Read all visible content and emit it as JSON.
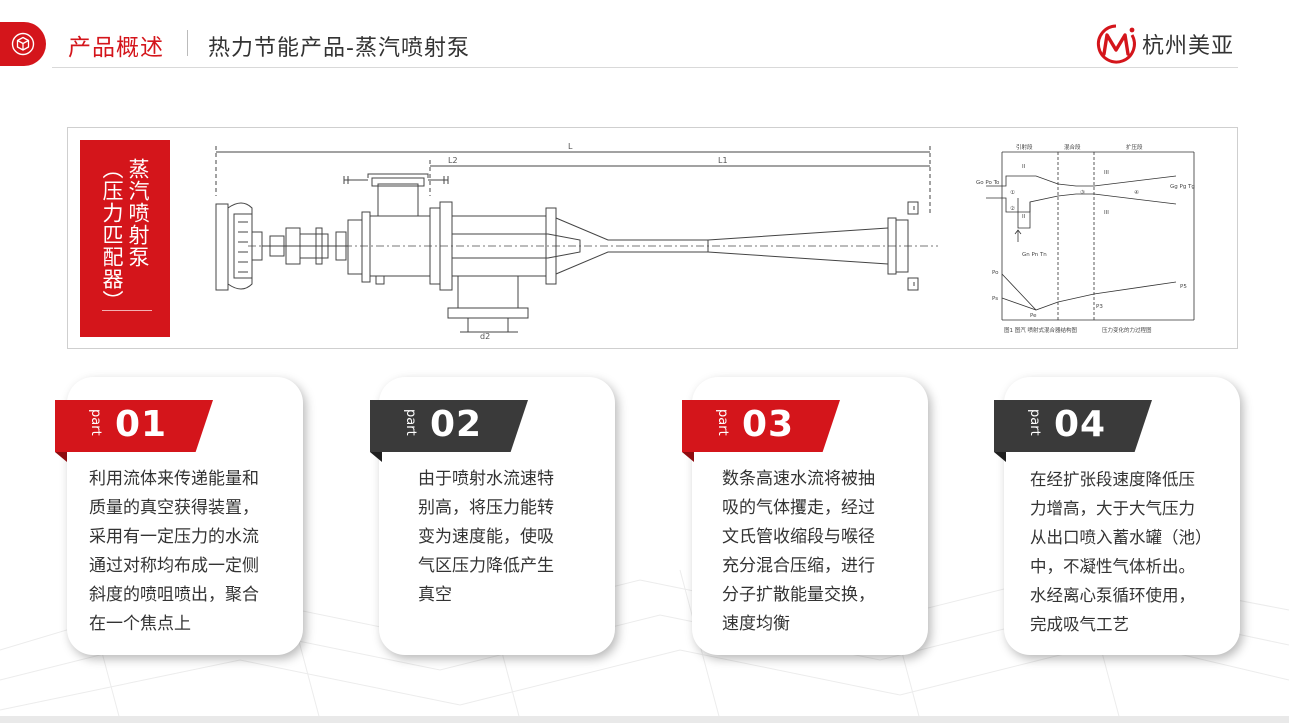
{
  "header": {
    "title": "产品概述",
    "subtitle": "热力节能产品-蒸汽喷射泵",
    "brand": "杭州美亚",
    "accent_color": "#d4151b",
    "badge_icon": "cube-icon",
    "logo_icon": "brand-m-logo"
  },
  "figure": {
    "label_main": "蒸汽喷射泵",
    "label_sub": "（压力匹配器）",
    "drawing_dims": {
      "overall": "L",
      "left": "L2",
      "right": "L1",
      "port": "d2"
    },
    "diagram": {
      "sections": [
        "引射段",
        "混合段",
        "扩压段"
      ],
      "roman": [
        "II",
        "III"
      ],
      "circled": [
        "①",
        "②",
        "③",
        "④"
      ],
      "in_left": "Go Po To",
      "in_right": "Gg Pg Tg",
      "suction": "Gn Pn Tn",
      "pressures_left": [
        "Po",
        "Ps"
      ],
      "pressures_bottom": [
        "Pe",
        "P3"
      ],
      "pressure_right": "P5",
      "caption_left": "图1  图汽  喷射式混合器结构图",
      "caption_right": "压力变化的力过程图"
    }
  },
  "cards": [
    {
      "part": "part",
      "number": "01",
      "style": "red",
      "text_lines": [
        "利用流体来传递能量和",
        "质量的真空获得装置，",
        "采用有一定压力的水流",
        "通过对称均布成一定侧",
        "斜度的喷咀喷出，聚合",
        "在一个焦点上"
      ]
    },
    {
      "part": "part",
      "number": "02",
      "style": "dark",
      "text_lines": [
        "由于喷射水流速特",
        "别高，将压力能转",
        "变为速度能，使吸",
        "气区压力降低产生",
        "真空"
      ]
    },
    {
      "part": "part",
      "number": "03",
      "style": "red",
      "text_lines": [
        "数条高速水流将被抽",
        "吸的气体攫走，经过",
        "文氏管收缩段与喉径",
        "充分混合压缩，进行",
        "分子扩散能量交换，",
        "速度均衡"
      ]
    },
    {
      "part": "part",
      "number": "04",
      "style": "dark",
      "text_lines": [
        "在经扩张段速度降低压",
        "力增高，大于大气压力",
        "从出口喷入蓄水罐（池）",
        "中，不凝性气体析出。",
        "水经离心泵循环使用，",
        "完成吸气工艺"
      ]
    }
  ]
}
